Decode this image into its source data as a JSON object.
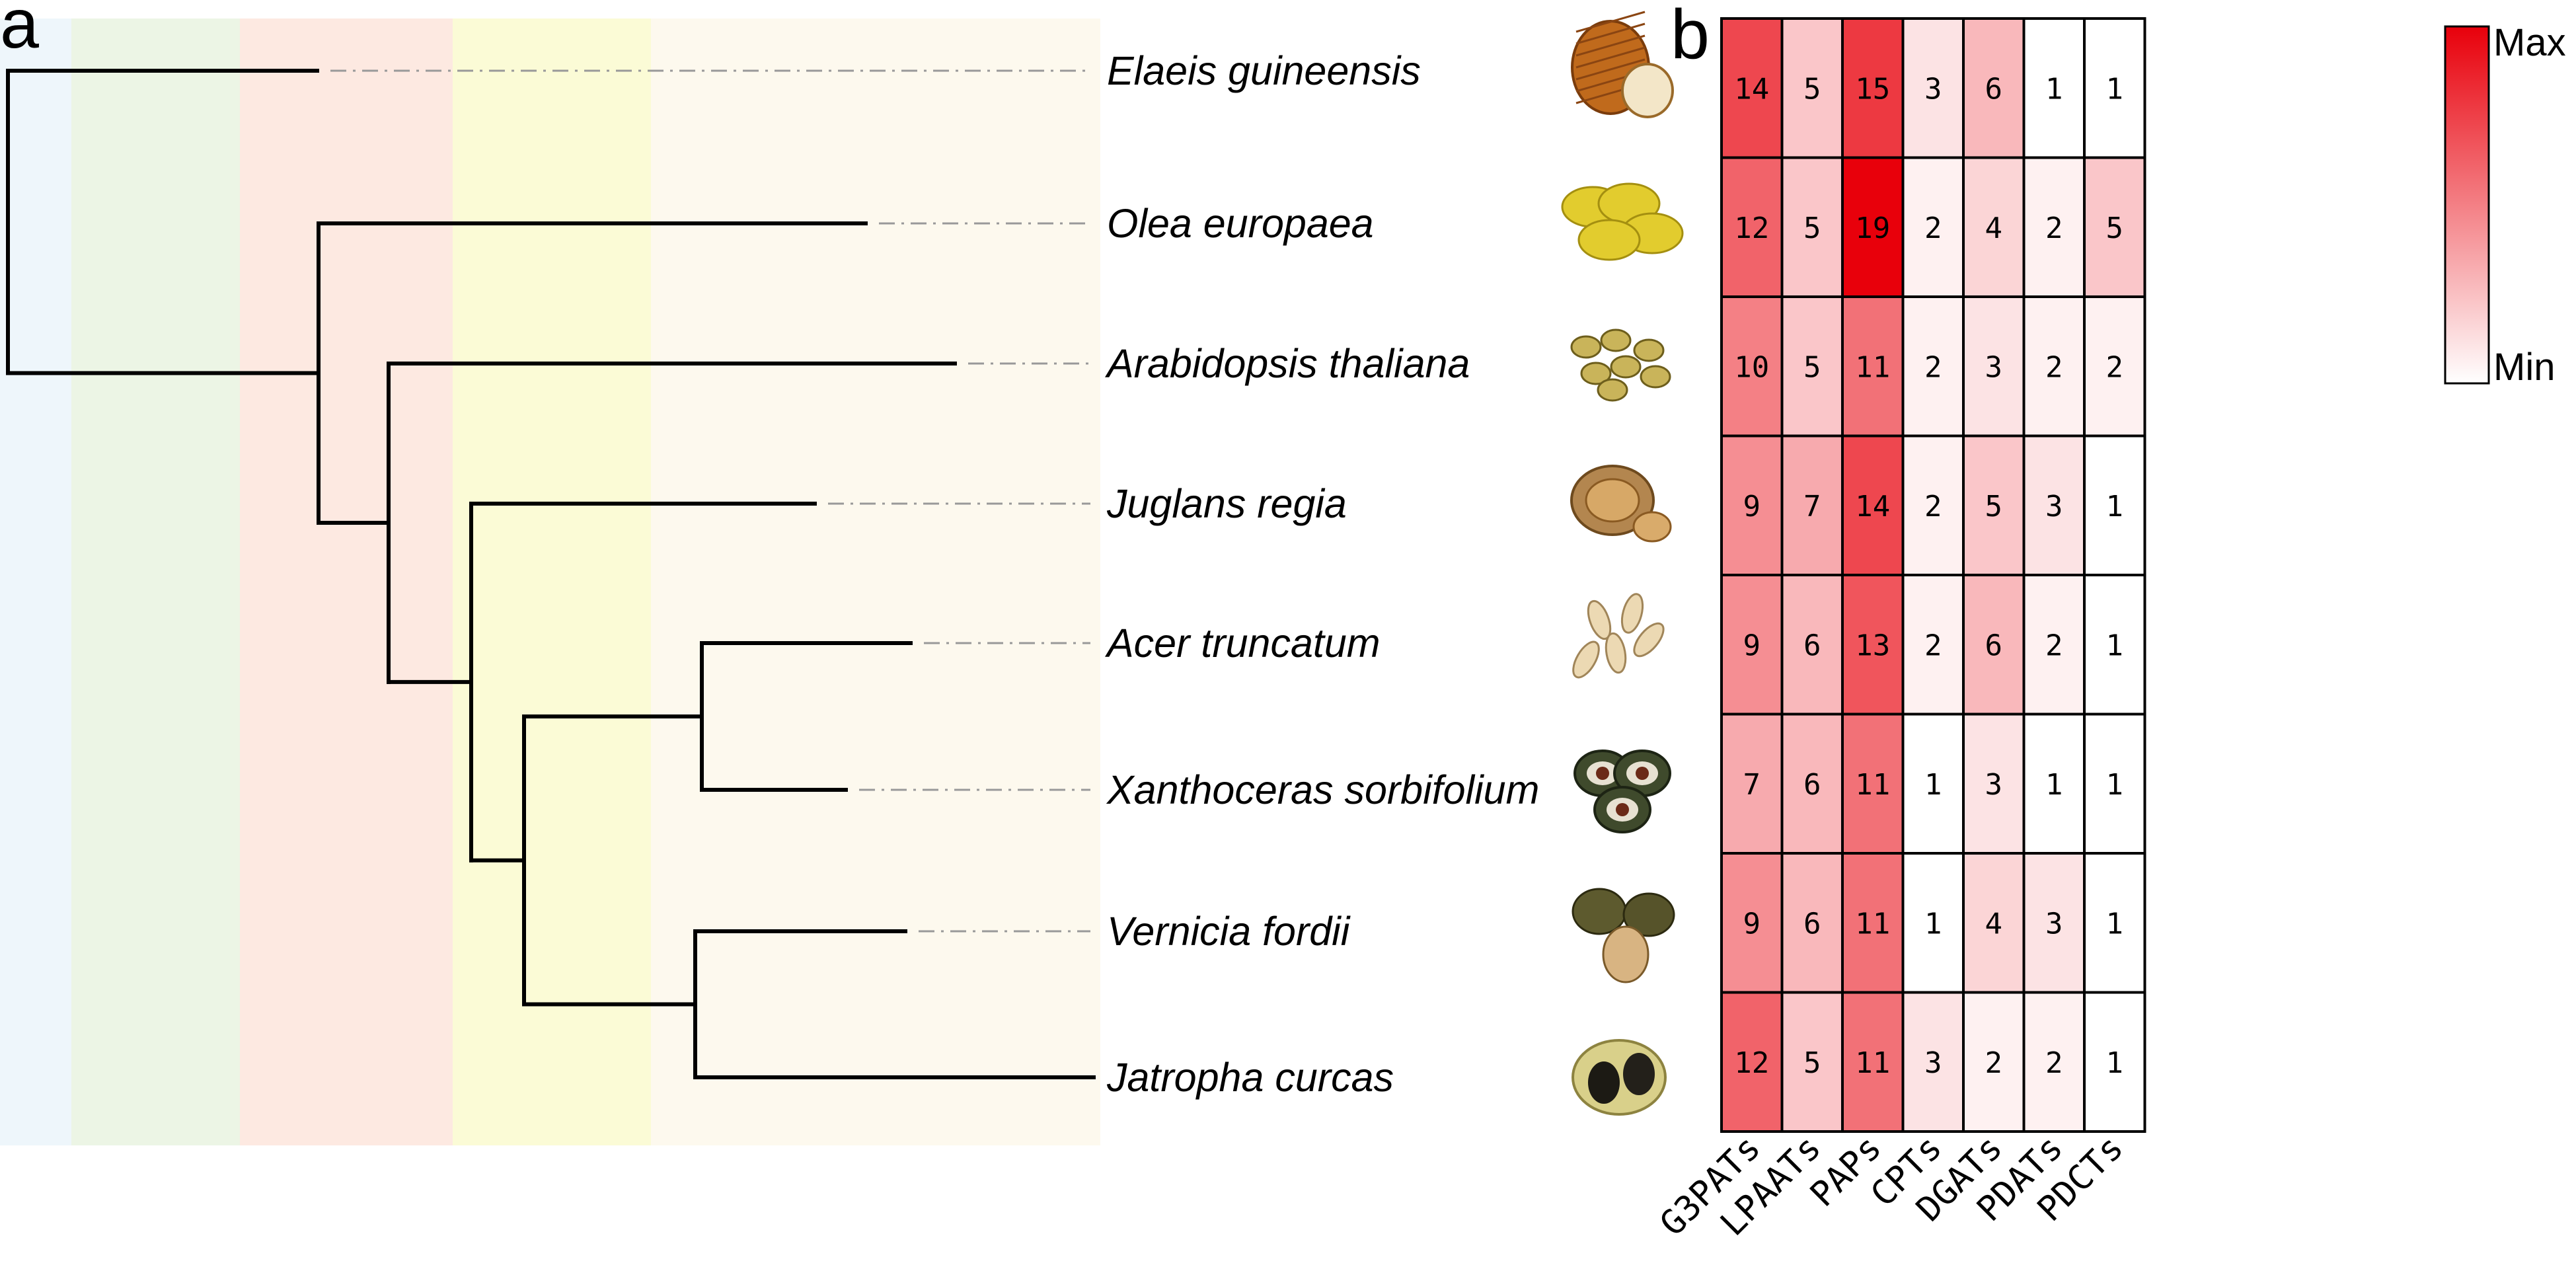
{
  "panels": {
    "a": "a",
    "b": "b"
  },
  "chart_data": [
    {
      "type": "tree",
      "panel": "a",
      "leaves": [
        "Elaeis guineensis",
        "Olea europaea",
        "Arabidopsis thaliana",
        "Juglans regia",
        "Acer truncatum",
        "Xanthoceras sorbifolium",
        "Vernicia fordii",
        "Jatropha curcas"
      ],
      "topology": "(Elaeis guineensis,(Olea europaea,(Arabidopsis thaliana,(Juglans regia,((Acer truncatum,Xanthoceras sorbifolium),(Vernicia fordii,Jatropha curcas))))))",
      "leaf_images": [
        "salak-fruit-photo",
        "olive-fruits-photo",
        "arabidopsis-seeds-photo",
        "walnut-photo",
        "acer-seeds-photo",
        "xanthoceras-seeds-photo",
        "tung-fruits-photo",
        "jatropha-seeds-photo"
      ]
    },
    {
      "type": "heatmap",
      "panel": "b",
      "rows": [
        "Elaeis guineensis",
        "Olea europaea",
        "Arabidopsis thaliana",
        "Juglans regia",
        "Acer truncatum",
        "Xanthoceras sorbifolium",
        "Vernicia fordii",
        "Jatropha curcas"
      ],
      "columns": [
        "G3PATs",
        "LPAATs",
        "PAPs",
        "CPTs",
        "DGATs",
        "PDATs",
        "PDCTs"
      ],
      "values": [
        [
          14,
          5,
          15,
          3,
          6,
          1,
          1
        ],
        [
          12,
          5,
          19,
          2,
          4,
          2,
          5
        ],
        [
          10,
          5,
          11,
          2,
          3,
          2,
          2
        ],
        [
          9,
          7,
          14,
          2,
          5,
          3,
          1
        ],
        [
          9,
          6,
          13,
          2,
          6,
          2,
          1
        ],
        [
          7,
          6,
          11,
          1,
          3,
          1,
          1
        ],
        [
          9,
          6,
          11,
          1,
          4,
          3,
          1
        ],
        [
          12,
          5,
          11,
          3,
          2,
          2,
          1
        ]
      ],
      "colorscale": {
        "min_color": "#ffffff",
        "max_color": "#e8000b",
        "min": 1,
        "max": 19
      },
      "legend": {
        "max_label": "Max",
        "min_label": "Min"
      }
    }
  ]
}
